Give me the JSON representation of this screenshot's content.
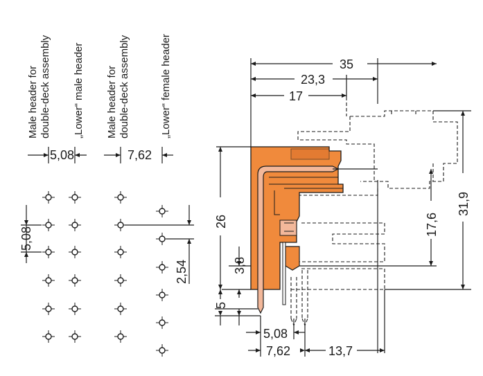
{
  "colors": {
    "housing": "#f08a3c",
    "housing_dark": "#d9702a",
    "pin": "#f3b89a",
    "line": "#1a1a1a"
  },
  "labels": {
    "male_header_double_line1": "Male header for",
    "male_header_double_line2": "double-deck assembly",
    "lower_male_header": "„Lower“ male header",
    "male_header_double_b_line1": "Male header for",
    "male_header_double_b_line2": "double-deck assembly",
    "lower_female_header": "„Lower“ female header"
  },
  "dimensions": {
    "pitch_508_top": "5,08",
    "pitch_762_top": "7,62",
    "pitch_508_left": "5,08",
    "offset_254": "2,54",
    "width_35": "35",
    "width_233": "23,3",
    "width_17": "17",
    "height_26": "26",
    "height_38": "3,8",
    "height_5": "5",
    "height_176": "17,6",
    "height_319": "31,9",
    "bottom_508": "5,08",
    "bottom_762": "7,62",
    "bottom_137": "13,7"
  }
}
